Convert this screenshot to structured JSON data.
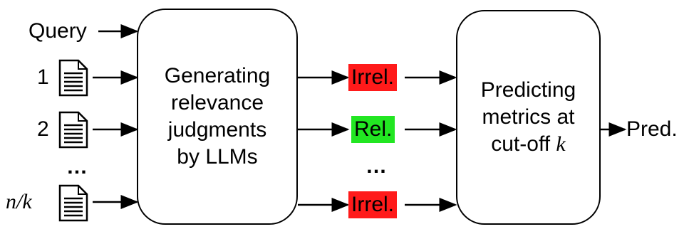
{
  "inputs": {
    "query": "Query",
    "doc_1": "1",
    "doc_2": "2",
    "ellipsis": "…",
    "doc_last_prefix": "n/",
    "doc_last_var": "k"
  },
  "box_generate": {
    "line1": "Generating",
    "line2": "relevance",
    "line3": "judgments",
    "line4": "by LLMs"
  },
  "judgments": {
    "j1": "Irrel.",
    "j2": "Rel.",
    "ellipsis": "…",
    "j3": "Irrel."
  },
  "box_predict": {
    "line1": "Predicting",
    "line2": "metrics at",
    "line3_prefix": "cut-off ",
    "line3_var": "k"
  },
  "output": "Pred.",
  "colors": {
    "irrelevant": "#ff1a1a",
    "relevant": "#22e622"
  }
}
